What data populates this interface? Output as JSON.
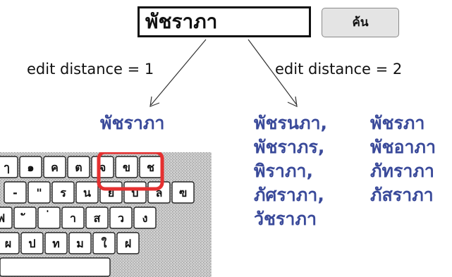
{
  "search": {
    "query": "พัชราภา",
    "button_label": "ค้น"
  },
  "labels": {
    "edit_distance_1": "edit distance = 1",
    "edit_distance_2": "edit distance = 2"
  },
  "candidates": {
    "distance_1": [
      "พัชราภา"
    ],
    "distance_2_col1": [
      "พัชรนภา,",
      "พัชราภร,",
      "พิราภา,",
      "ภัศราภา,",
      "วัชราภา"
    ],
    "distance_2_col2": [
      "พัชรภา",
      "พัชอาภา",
      "ภัทราภา",
      "ภัสราภา"
    ]
  },
  "keyboard": {
    "row1": [
      "ๅ",
      "๑",
      "ค",
      "ต",
      "จ",
      "ข",
      "ช"
    ],
    "row2": [
      "-",
      "\"",
      "ร",
      "น",
      "ย",
      "บ",
      "ล",
      "ฃ"
    ],
    "row3": [
      "ฟ",
      "ั",
      "่",
      "า",
      "ส",
      "ว",
      "ง"
    ],
    "row4": [
      "ผ",
      "ป",
      "ท",
      "ม",
      "ใ",
      "ฝ"
    ]
  },
  "colors": {
    "candidate_text": "#3a4a9a",
    "highlight_box": "#e53030",
    "button_bg": "#e4e4e4"
  }
}
